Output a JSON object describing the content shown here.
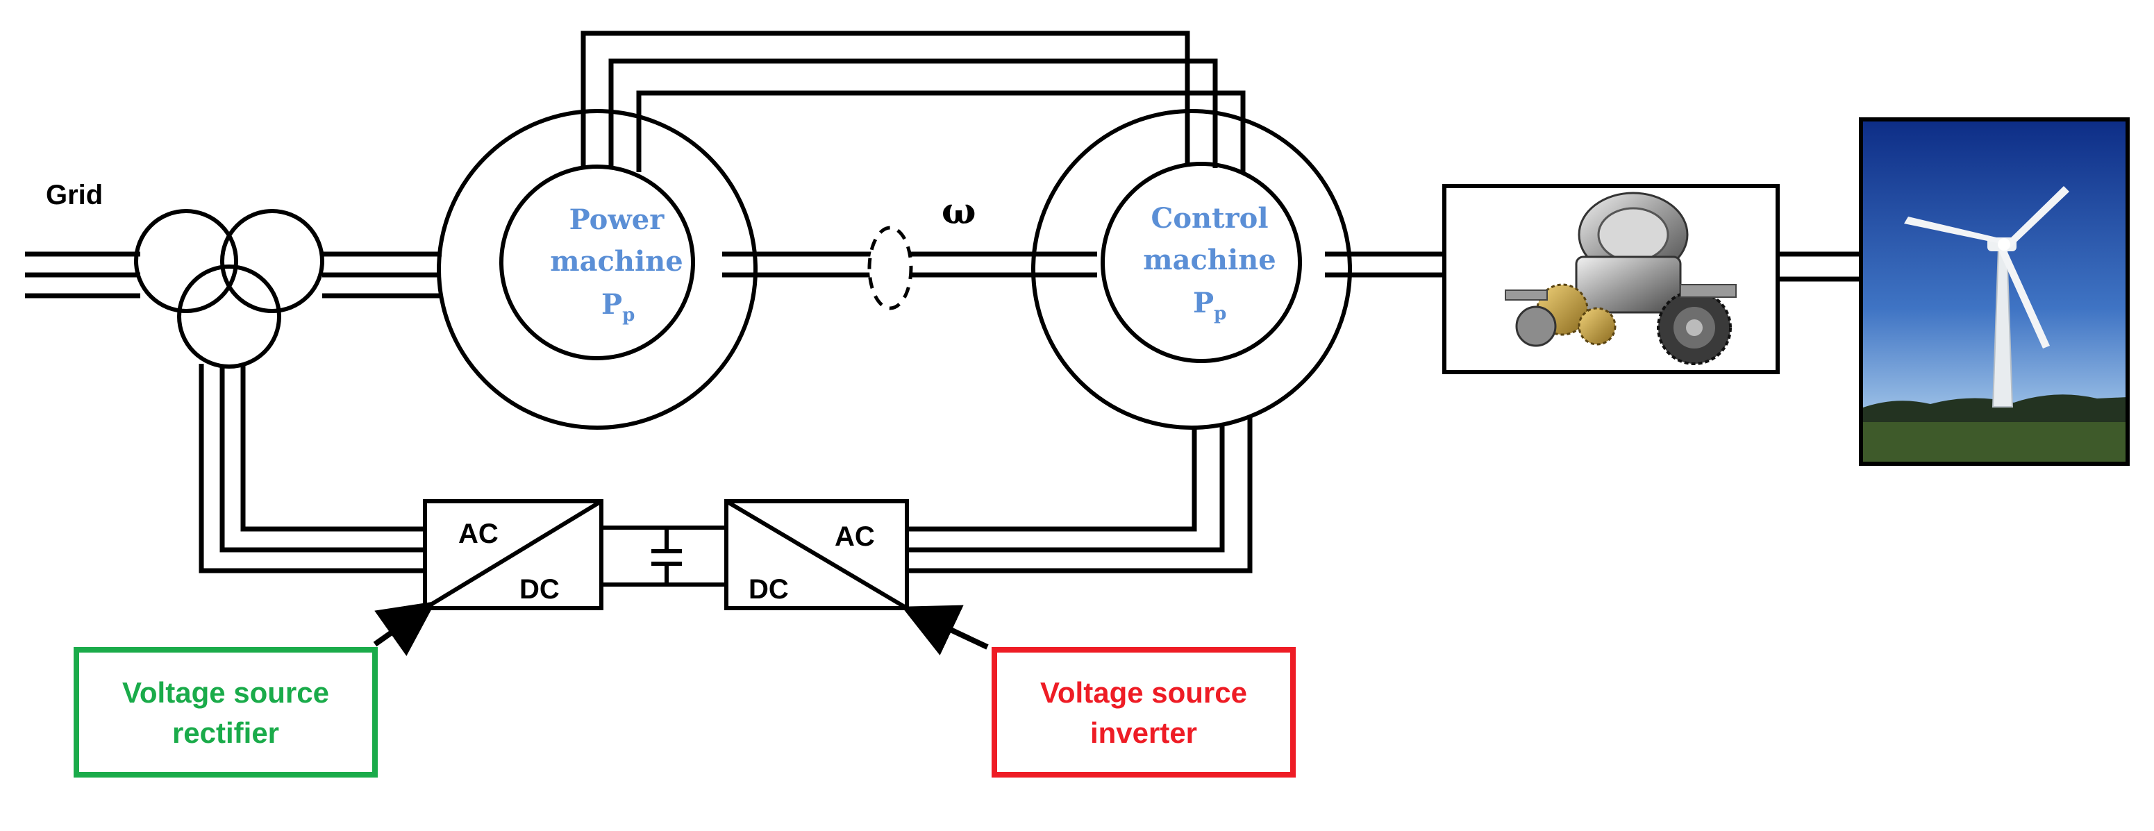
{
  "grid_label": "Grid",
  "power_machine": {
    "line1": "Power",
    "line2": "machine",
    "symbol": "P",
    "subscript": "p"
  },
  "control_machine": {
    "line1": "Control",
    "line2": "machine",
    "symbol": "P",
    "subscript": "p"
  },
  "omega_label": "ω",
  "rectifier_block": {
    "top": "AC",
    "bottom": "DC"
  },
  "inverter_block": {
    "top": "AC",
    "bottom": "DC"
  },
  "rectifier_callout": {
    "line1": "Voltage source",
    "line2": "rectifier"
  },
  "inverter_callout": {
    "line1": "Voltage source",
    "line2": "inverter"
  },
  "gearbox_image": "gearbox-illustration",
  "turbine_image": "wind-turbine-photo",
  "colors": {
    "machine_text": "#5b8fd6",
    "rectifier": "#1aab4a",
    "inverter": "#ee1c25",
    "line": "#000000"
  }
}
